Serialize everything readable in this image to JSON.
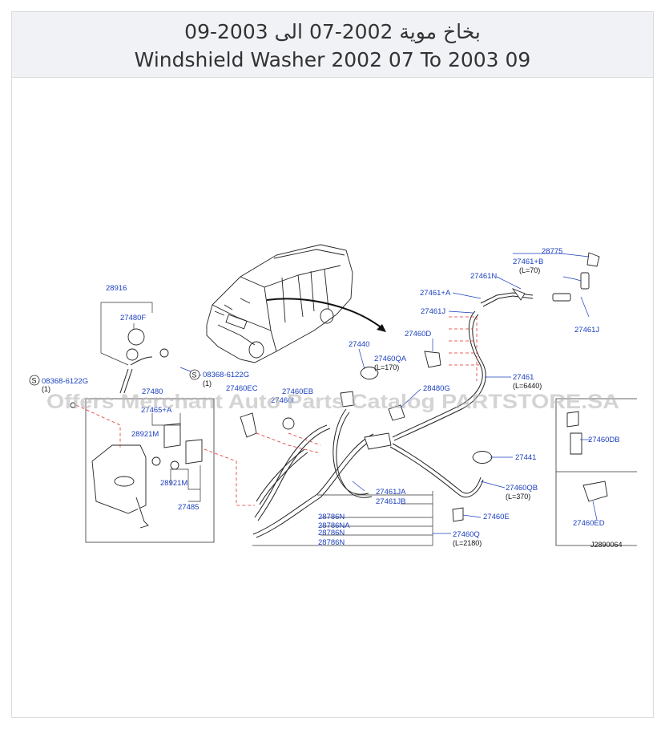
{
  "header": {
    "title_ar": "بخاخ موية 2002-07 الى 2003-09",
    "title_en": "Windshield Washer 2002 07 To 2003 09"
  },
  "watermark": "Offers Merchant Auto Parts Catalog PARTSTORE.SA",
  "diagram_code": "J2890064",
  "colors": {
    "label": "#1a3fbf",
    "leader_dashed": "#e03030",
    "line": "#222222"
  },
  "parts": {
    "p28775": "28775",
    "p27461B": "27461+B",
    "p27461B_len": "(L=70)",
    "p27461N": "27461N",
    "p27461A": "27461+A",
    "p27461J_a": "27461J",
    "p27461J_b": "27461J",
    "p27460D": "27460D",
    "p27461": "27461",
    "p27461_len": "(L=6440)",
    "p28916": "28916",
    "p27480F": "27480F",
    "p27440": "27440",
    "p27460QA": "27460QA",
    "p27460QA_len": "(L=170)",
    "p08368_a": "08368-6122G",
    "p08368_a_qty": "(1)",
    "p08368_b": "08368-6122G",
    "p08368_b_qty": "(1)",
    "screw_symbol": "S",
    "p27480": "27480",
    "p27460EC": "27460EC",
    "p27460EB": "27460EB",
    "p27460I": "27460I",
    "p28480G": "28480G",
    "p27465A": "27465+A",
    "p28921M_a": "28921M",
    "p28921M_b": "28921M",
    "p27485": "27485",
    "p27460DB": "27460DB",
    "p27441": "27441",
    "p27460QB": "27460QB",
    "p27460QB_len": "(L=370)",
    "p27461JA": "27461JA",
    "p27461JB": "27461JB",
    "p27460E": "27460E",
    "p28786N_a": "28786N",
    "p28786NA": "28786NA",
    "p28786N_b": "28786N",
    "p28786N_c": "28786N",
    "p27460Q": "27460Q",
    "p27460Q_len": "(L=2180)",
    "p27460ED": "27460ED"
  }
}
